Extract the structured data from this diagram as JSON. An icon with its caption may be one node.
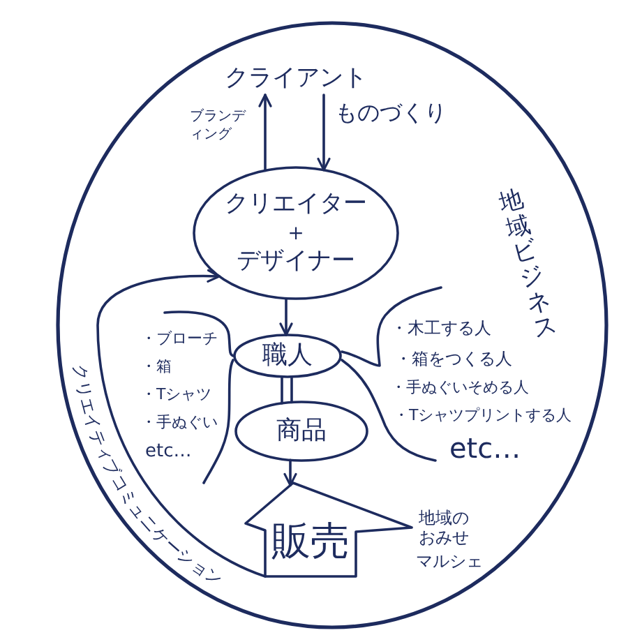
{
  "diagram": {
    "nodes": [
      {
        "text": [],
        "shape": "circle"
      },
      {
        "text": [
          "クライアント"
        ],
        "in": 0
      },
      {
        "text": [
          "クリエイター",
          "＋",
          "デザイナー"
        ],
        "in": 0
      },
      {
        "text": [
          "職人"
        ],
        "in": 0
      },
      {
        "text": [
          "・ブローチ",
          "・箱",
          "・Tシャツ",
          "・手ぬぐい",
          "etc…"
        ],
        "in": 0
      },
      {
        "text": [
          "・木工する人",
          "・箱をつくる人",
          "・手ぬぐいそめる人",
          "・Tシャツプリントする人",
          "etc…"
        ],
        "in": 0
      },
      {
        "text": [
          "商品"
        ],
        "in": 0
      },
      {
        "text": [
          "販売"
        ],
        "in": 0,
        "beside": [
          "地域のおみせ",
          "マルシェ"
        ]
      }
    ],
    "edges": [
      {
        "from": 2,
        "to": 1,
        "arrow": "to",
        "label": "ブランディング"
      },
      {
        "from": 1,
        "to": 2,
        "arrow": "to",
        "label": "ものづくり"
      },
      {
        "from": 2,
        "to": 3,
        "arrow": "to"
      },
      {
        "from": 3,
        "to": 6,
        "arrow": "none"
      },
      {
        "from": 6,
        "to": 7,
        "arrow": "to"
      },
      {
        "from": 7,
        "to": 2,
        "arrow": "to",
        "label": "クリエイティブコミュニケーション"
      }
    ],
    "labels": [
      "地域ビジネス"
    ]
  }
}
